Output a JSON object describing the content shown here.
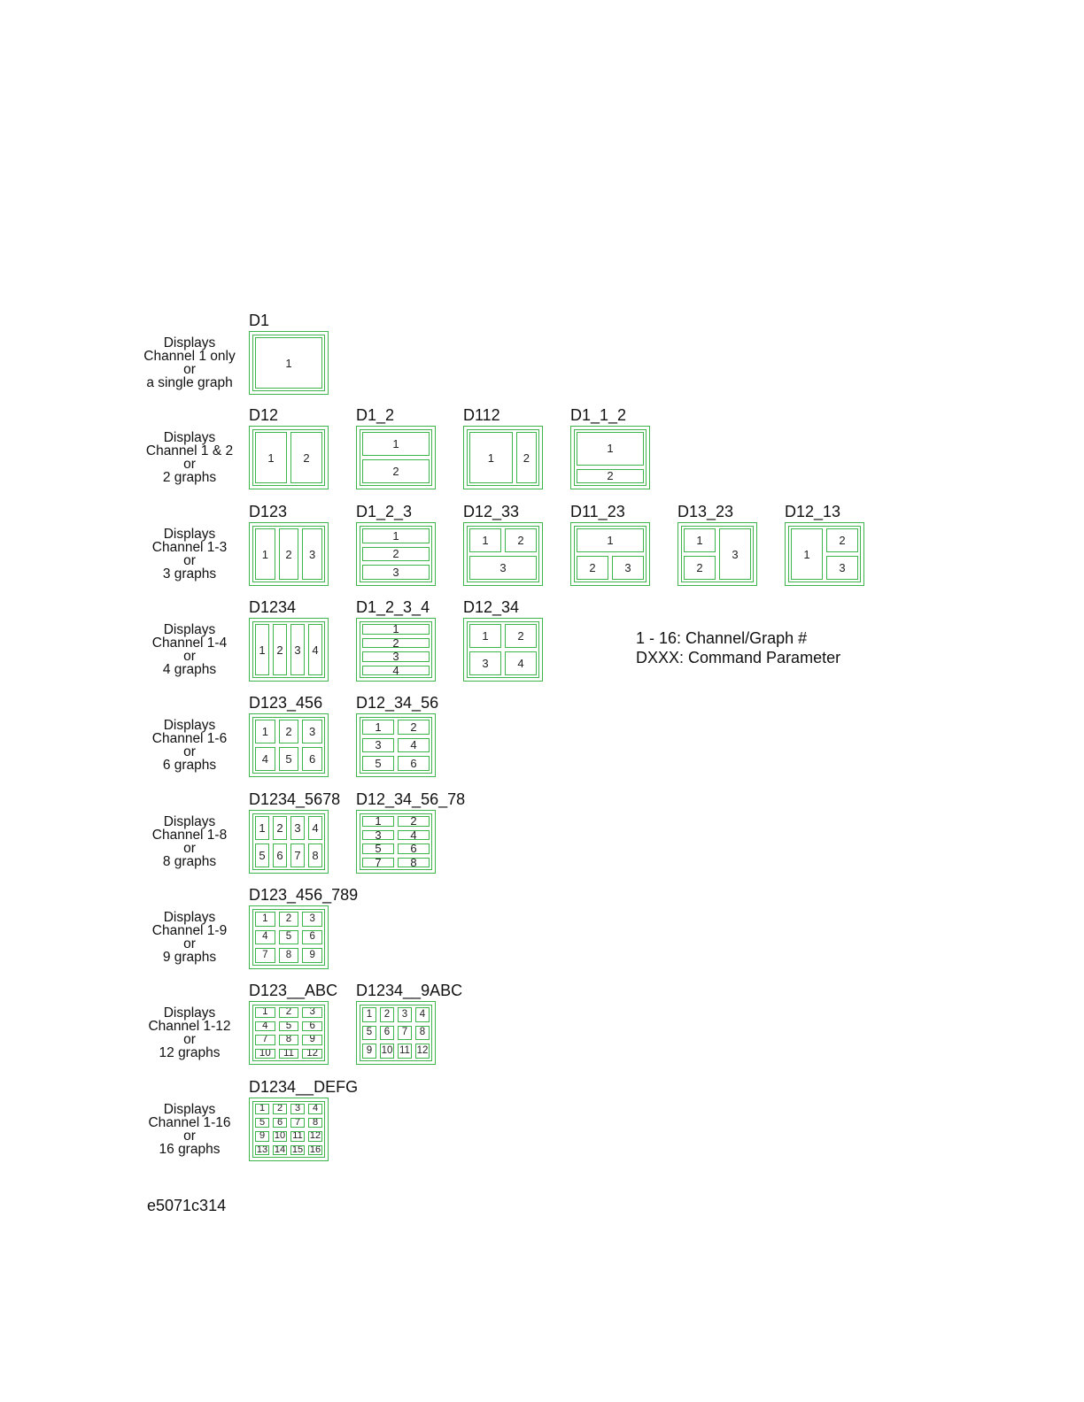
{
  "colors": {
    "frame": "#3cb54a",
    "text": "#111111"
  },
  "rows": [
    {
      "label": [
        "Displays",
        "Channel 1 only",
        "or",
        "a single graph"
      ],
      "diagrams": [
        {
          "name": "D1",
          "cells": [
            [
              0,
              0,
              1,
              1,
              "1"
            ]
          ]
        }
      ]
    },
    {
      "label": [
        "Displays",
        "Channel 1 & 2",
        "or",
        "2 graphs"
      ],
      "diagrams": [
        {
          "name": "D12",
          "cells": [
            [
              0,
              0,
              0.5,
              1,
              "1"
            ],
            [
              0.5,
              0,
              1,
              1,
              "2"
            ]
          ]
        },
        {
          "name": "D1_2",
          "cells": [
            [
              0,
              0,
              1,
              0.5,
              "1"
            ],
            [
              0,
              0.5,
              1,
              1,
              "2"
            ]
          ]
        },
        {
          "name": "D112",
          "cells": [
            [
              0,
              0,
              0.66,
              1,
              "1"
            ],
            [
              0.66,
              0,
              1,
              1,
              "2"
            ]
          ]
        },
        {
          "name": "D1_1_2",
          "cells": [
            [
              0,
              0,
              1,
              0.67,
              "1"
            ],
            [
              0,
              0.67,
              1,
              1,
              "2"
            ]
          ]
        }
      ]
    },
    {
      "label": [
        "Displays",
        "Channel 1-3",
        "or",
        "3 graphs"
      ],
      "diagrams": [
        {
          "name": "D123",
          "cells": [
            [
              0,
              0,
              0.333,
              1,
              "1"
            ],
            [
              0.333,
              0,
              0.667,
              1,
              "2"
            ],
            [
              0.667,
              0,
              1,
              1,
              "3"
            ]
          ]
        },
        {
          "name": "D1_2_3",
          "cells": [
            [
              0,
              0,
              1,
              0.333,
              "1"
            ],
            [
              0,
              0.333,
              1,
              0.667,
              "2"
            ],
            [
              0,
              0.667,
              1,
              1,
              "3"
            ]
          ]
        },
        {
          "name": "D12_33",
          "cells": [
            [
              0,
              0,
              0.5,
              0.5,
              "1"
            ],
            [
              0.5,
              0,
              1,
              0.5,
              "2"
            ],
            [
              0,
              0.5,
              1,
              1,
              "3"
            ]
          ]
        },
        {
          "name": "D11_23",
          "cells": [
            [
              0,
              0,
              1,
              0.5,
              "1"
            ],
            [
              0,
              0.5,
              0.5,
              1,
              "2"
            ],
            [
              0.5,
              0.5,
              1,
              1,
              "3"
            ]
          ]
        },
        {
          "name": "D13_23",
          "cells": [
            [
              0,
              0,
              0.5,
              0.5,
              "1"
            ],
            [
              0,
              0.5,
              0.5,
              1,
              "2"
            ],
            [
              0.5,
              0,
              1,
              1,
              "3"
            ]
          ]
        },
        {
          "name": "D12_13",
          "cells": [
            [
              0,
              0,
              0.5,
              1,
              "1"
            ],
            [
              0.5,
              0,
              1,
              0.5,
              "2"
            ],
            [
              0.5,
              0.5,
              1,
              1,
              "3"
            ]
          ]
        }
      ]
    },
    {
      "label": [
        "Displays",
        "Channel 1-4",
        "or",
        "4 graphs"
      ],
      "diagrams": [
        {
          "name": "D1234",
          "cells": [
            [
              0,
              0,
              0.25,
              1,
              "1"
            ],
            [
              0.25,
              0,
              0.5,
              1,
              "2"
            ],
            [
              0.5,
              0,
              0.75,
              1,
              "3"
            ],
            [
              0.75,
              0,
              1,
              1,
              "4"
            ]
          ]
        },
        {
          "name": "D1_2_3_4",
          "cells": [
            [
              0,
              0,
              1,
              0.25,
              "1"
            ],
            [
              0,
              0.25,
              1,
              0.5,
              "2"
            ],
            [
              0,
              0.5,
              1,
              0.75,
              "3"
            ],
            [
              0,
              0.75,
              1,
              1,
              "4"
            ]
          ]
        },
        {
          "name": "D12_34",
          "cells": [
            [
              0,
              0,
              0.5,
              0.5,
              "1"
            ],
            [
              0.5,
              0,
              1,
              0.5,
              "2"
            ],
            [
              0,
              0.5,
              0.5,
              1,
              "3"
            ],
            [
              0.5,
              0.5,
              1,
              1,
              "4"
            ]
          ]
        }
      ]
    },
    {
      "label": [
        "Displays",
        "Channel 1-6",
        "or",
        "6 graphs"
      ],
      "diagrams": [
        {
          "name": "D123_456",
          "grid": [
            3,
            2,
            [
              "1",
              "2",
              "3",
              "4",
              "5",
              "6"
            ]
          ]
        },
        {
          "name": "D12_34_56",
          "grid": [
            2,
            3,
            [
              "1",
              "2",
              "3",
              "4",
              "5",
              "6"
            ]
          ]
        }
      ]
    },
    {
      "label": [
        "Displays",
        "Channel 1-8",
        "or",
        "8 graphs"
      ],
      "diagrams": [
        {
          "name": "D1234_5678",
          "grid": [
            4,
            2,
            [
              "1",
              "2",
              "3",
              "4",
              "5",
              "6",
              "7",
              "8"
            ]
          ]
        },
        {
          "name": "D12_34_56_78",
          "grid": [
            2,
            4,
            [
              "1",
              "2",
              "3",
              "4",
              "5",
              "6",
              "7",
              "8"
            ]
          ]
        }
      ]
    },
    {
      "label": [
        "Displays",
        "Channel 1-9",
        "or",
        "9 graphs"
      ],
      "diagrams": [
        {
          "name": "D123_456_789",
          "grid": [
            3,
            3,
            [
              "1",
              "2",
              "3",
              "4",
              "5",
              "6",
              "7",
              "8",
              "9"
            ]
          ]
        }
      ]
    },
    {
      "label": [
        "Displays",
        "Channel 1-12",
        "or",
        "12 graphs"
      ],
      "diagrams": [
        {
          "name": "D123__ABC",
          "grid": [
            3,
            4,
            [
              "1",
              "2",
              "3",
              "4",
              "5",
              "6",
              "7",
              "8",
              "9",
              "10",
              "11",
              "12"
            ]
          ]
        },
        {
          "name": "D1234__9ABC",
          "grid": [
            4,
            3,
            [
              "1",
              "2",
              "3",
              "4",
              "5",
              "6",
              "7",
              "8",
              "9",
              "10",
              "11",
              "12"
            ]
          ]
        }
      ]
    },
    {
      "label": [
        "Displays",
        "Channel 1-16",
        "or",
        "16 graphs"
      ],
      "diagrams": [
        {
          "name": "D1234__DEFG",
          "grid": [
            4,
            4,
            [
              "1",
              "2",
              "3",
              "4",
              "5",
              "6",
              "7",
              "8",
              "9",
              "10",
              "11",
              "12",
              "13",
              "14",
              "15",
              "16"
            ]
          ]
        }
      ]
    }
  ],
  "legend": {
    "line1": "1 - 16: Channel/Graph #",
    "line2": "DXXX: Command Parameter"
  },
  "figure_id": "e5071c314"
}
